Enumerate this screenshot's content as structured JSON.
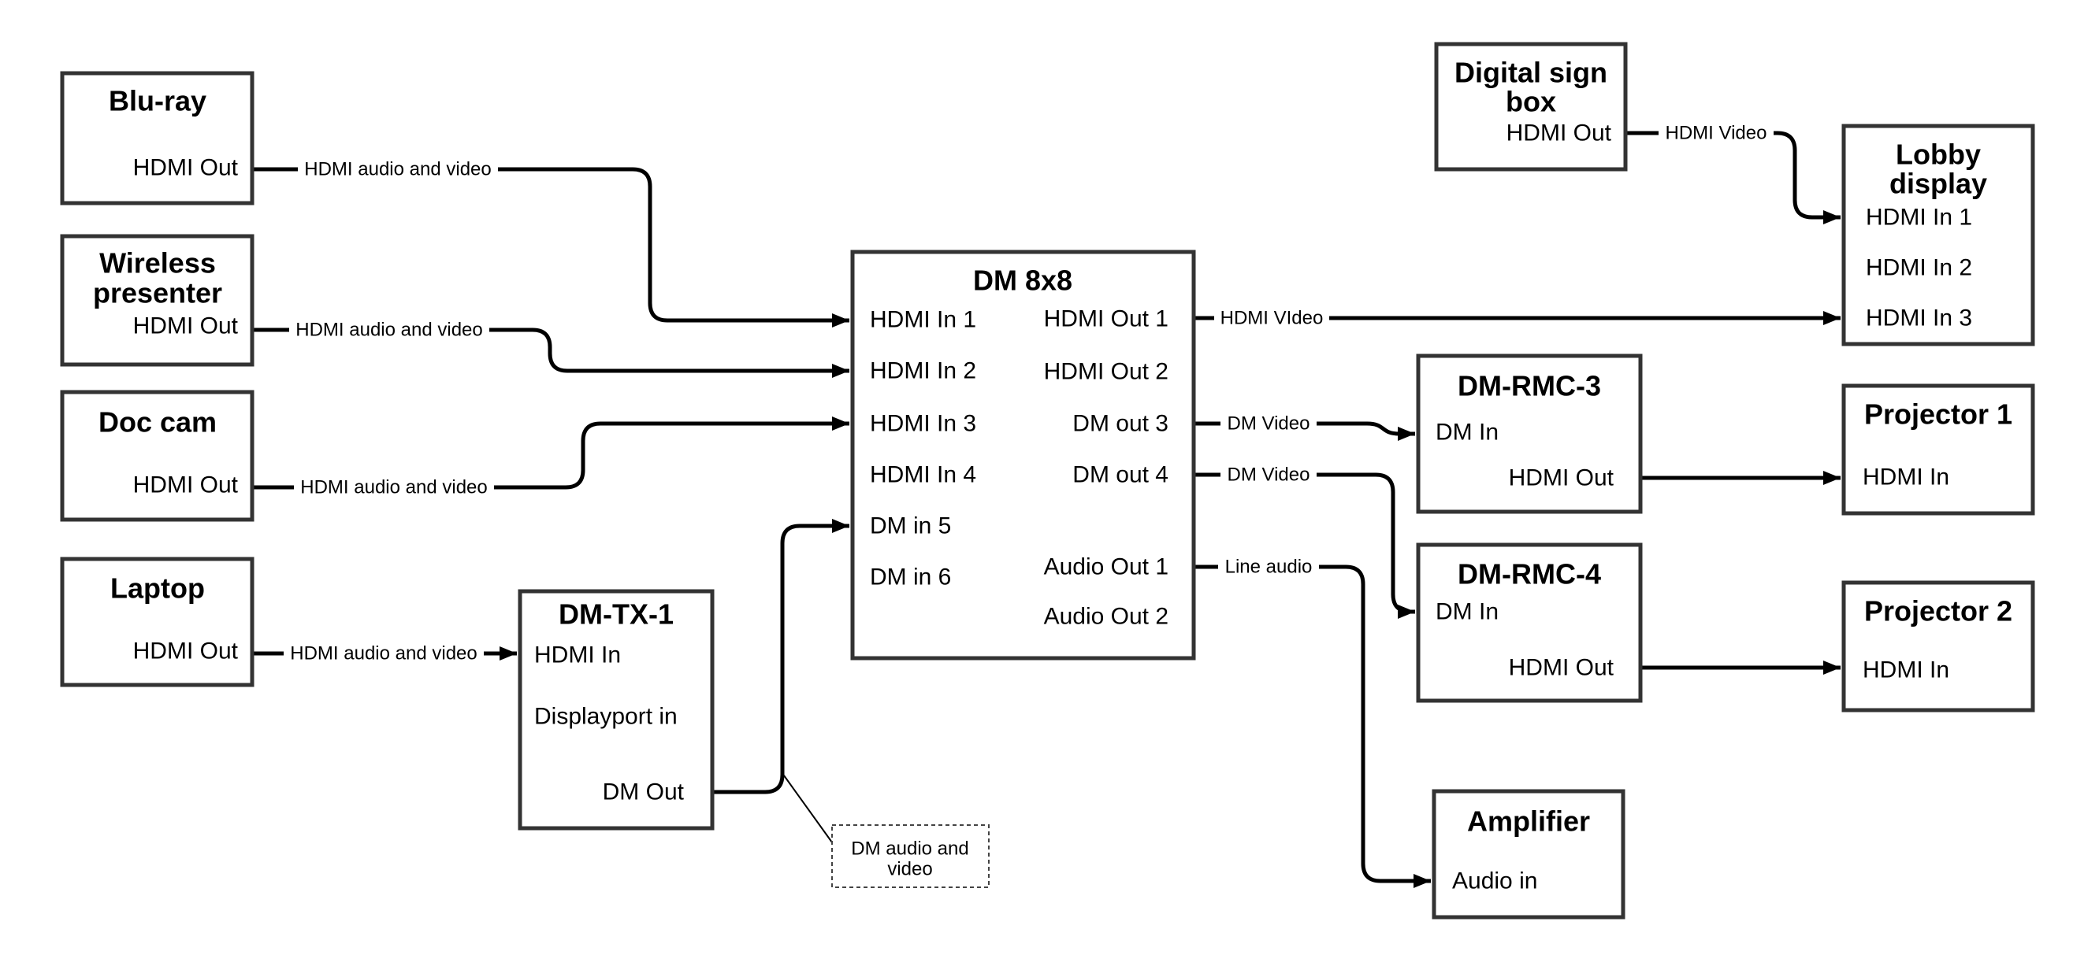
{
  "diagram": {
    "colors": {
      "background": "#ffffff",
      "box_border": "#333333",
      "wire": "#000000",
      "text": "#000000"
    },
    "nodes": {
      "bluray": {
        "title": "Blu-ray",
        "port_hdmi_out": "HDMI Out"
      },
      "wireless": {
        "title_line1": "Wireless",
        "title_line2": "presenter",
        "port_hdmi_out": "HDMI Out"
      },
      "doccam": {
        "title": "Doc cam",
        "port_hdmi_out": "HDMI Out"
      },
      "laptop": {
        "title": "Laptop",
        "port_hdmi_out": "HDMI Out"
      },
      "dmtx1": {
        "title": "DM-TX-1",
        "port_hdmi_in": "HDMI In",
        "port_dp_in": "Displayport in",
        "port_dm_out": "DM Out"
      },
      "dm8x8": {
        "title": "DM 8x8",
        "inputs": [
          "HDMI In 1",
          "HDMI In 2",
          "HDMI In 3",
          "HDMI In 4",
          "DM in 5",
          "DM in 6"
        ],
        "outputs": [
          "HDMI Out 1",
          "HDMI Out 2",
          "DM out 3",
          "DM out 4",
          "Audio Out 1",
          "Audio Out 2"
        ]
      },
      "digital_sign": {
        "title_line1": "Digital sign",
        "title_line2": "box",
        "port_hdmi_out": "HDMI Out"
      },
      "lobby": {
        "title_line1": "Lobby",
        "title_line2": "display",
        "ports": [
          "HDMI In 1",
          "HDMI In 2",
          "HDMI In 3"
        ]
      },
      "dmrmc3": {
        "title": "DM-RMC-3",
        "port_dm_in": "DM In",
        "port_hdmi_out": "HDMI Out"
      },
      "projector1": {
        "title": "Projector 1",
        "port_hdmi_in": "HDMI In"
      },
      "dmrmc4": {
        "title": "DM-RMC-4",
        "port_dm_in": "DM In",
        "port_hdmi_out": "HDMI Out"
      },
      "projector2": {
        "title": "Projector 2",
        "port_hdmi_in": "HDMI In"
      },
      "amplifier": {
        "title": "Amplifier",
        "port_audio_in": "Audio in"
      }
    },
    "wire_labels": {
      "bluray_to_dm": "HDMI audio and video",
      "wireless_to_dm": "HDMI audio and video",
      "doccam_to_dm": "HDMI audio and video",
      "laptop_to_tx": "HDMI audio and video",
      "hdmi_out1": "HDMI VIdeo",
      "sign_to_lobby": "HDMI Video",
      "dm_out3": "DM Video",
      "dm_out4": "DM Video",
      "audio_out1": "Line audio",
      "callout_line1": "DM audio and",
      "callout_line2": "video"
    }
  }
}
